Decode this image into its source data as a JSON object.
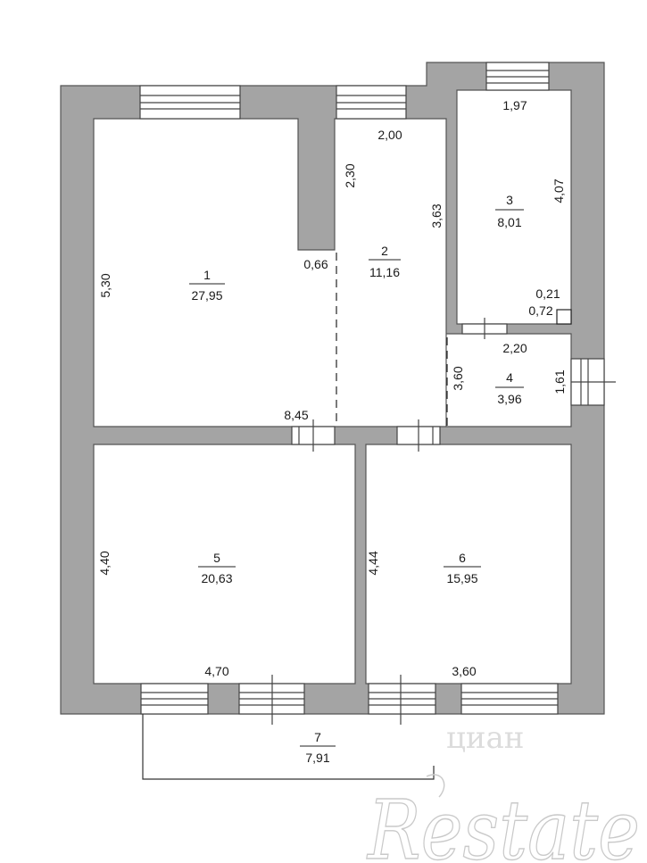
{
  "rooms": [
    {
      "number": "1",
      "area": "27,95"
    },
    {
      "number": "2",
      "area": "11,16"
    },
    {
      "number": "3",
      "area": "8,01"
    },
    {
      "number": "4",
      "area": "3,96"
    },
    {
      "number": "5",
      "area": "20,63"
    },
    {
      "number": "6",
      "area": "15,95"
    },
    {
      "number": "7",
      "area": "7,91"
    }
  ],
  "dimensions": {
    "r1_height": "5,30",
    "r1_width": "8,45",
    "partition_width": "0,66",
    "partition_height": "2,30",
    "r2_width": "2,00",
    "r2_height": "3,63",
    "r3_width": "1,97",
    "r3_height": "4,07",
    "r3_niche_a": "0,21",
    "r3_niche_b": "0,72",
    "r4_width": "2,20",
    "r4_height_left": "3,60",
    "r4_height_right": "1,61",
    "r5_height": "4,40",
    "r5_width": "4,70",
    "r6_height": "4,44",
    "r6_width": "3,60"
  },
  "watermarks": {
    "cian": "циан",
    "restate": "Restate"
  },
  "colors": {
    "wall": "#a4a4a4",
    "wall_stroke": "#555555",
    "line": "#222222"
  }
}
